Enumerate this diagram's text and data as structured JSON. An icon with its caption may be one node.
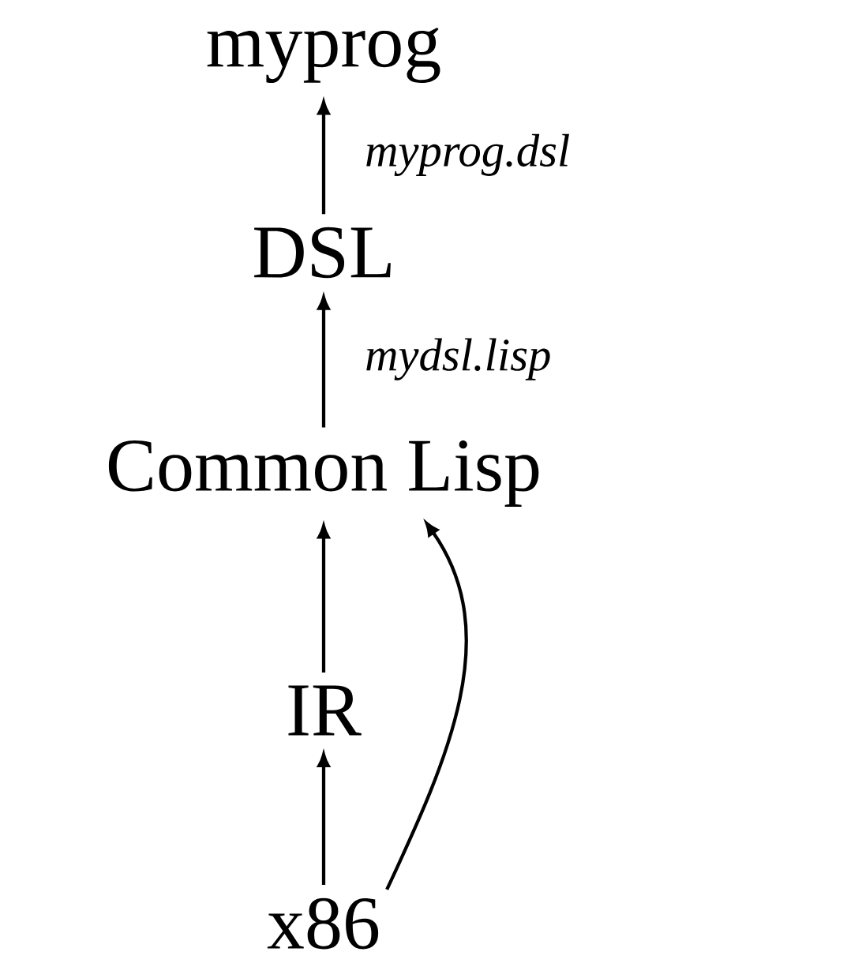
{
  "diagram": {
    "nodes": [
      {
        "text": [
          "myprog"
        ]
      },
      {
        "text": [
          "DSL"
        ]
      },
      {
        "text": [
          "Common Lisp"
        ]
      },
      {
        "text": [
          "IR"
        ]
      },
      {
        "text": [
          "x86"
        ]
      }
    ],
    "edges": [
      {
        "from": 1,
        "to": 0,
        "arrow": "to",
        "label": "myprog.dsl"
      },
      {
        "from": 2,
        "to": 1,
        "arrow": "to",
        "label": "mydsl.lisp"
      },
      {
        "from": 3,
        "to": 2,
        "arrow": "to"
      },
      {
        "from": 4,
        "to": 3,
        "arrow": "to"
      },
      {
        "from": 4,
        "to": 2,
        "arrow": "to"
      }
    ]
  }
}
